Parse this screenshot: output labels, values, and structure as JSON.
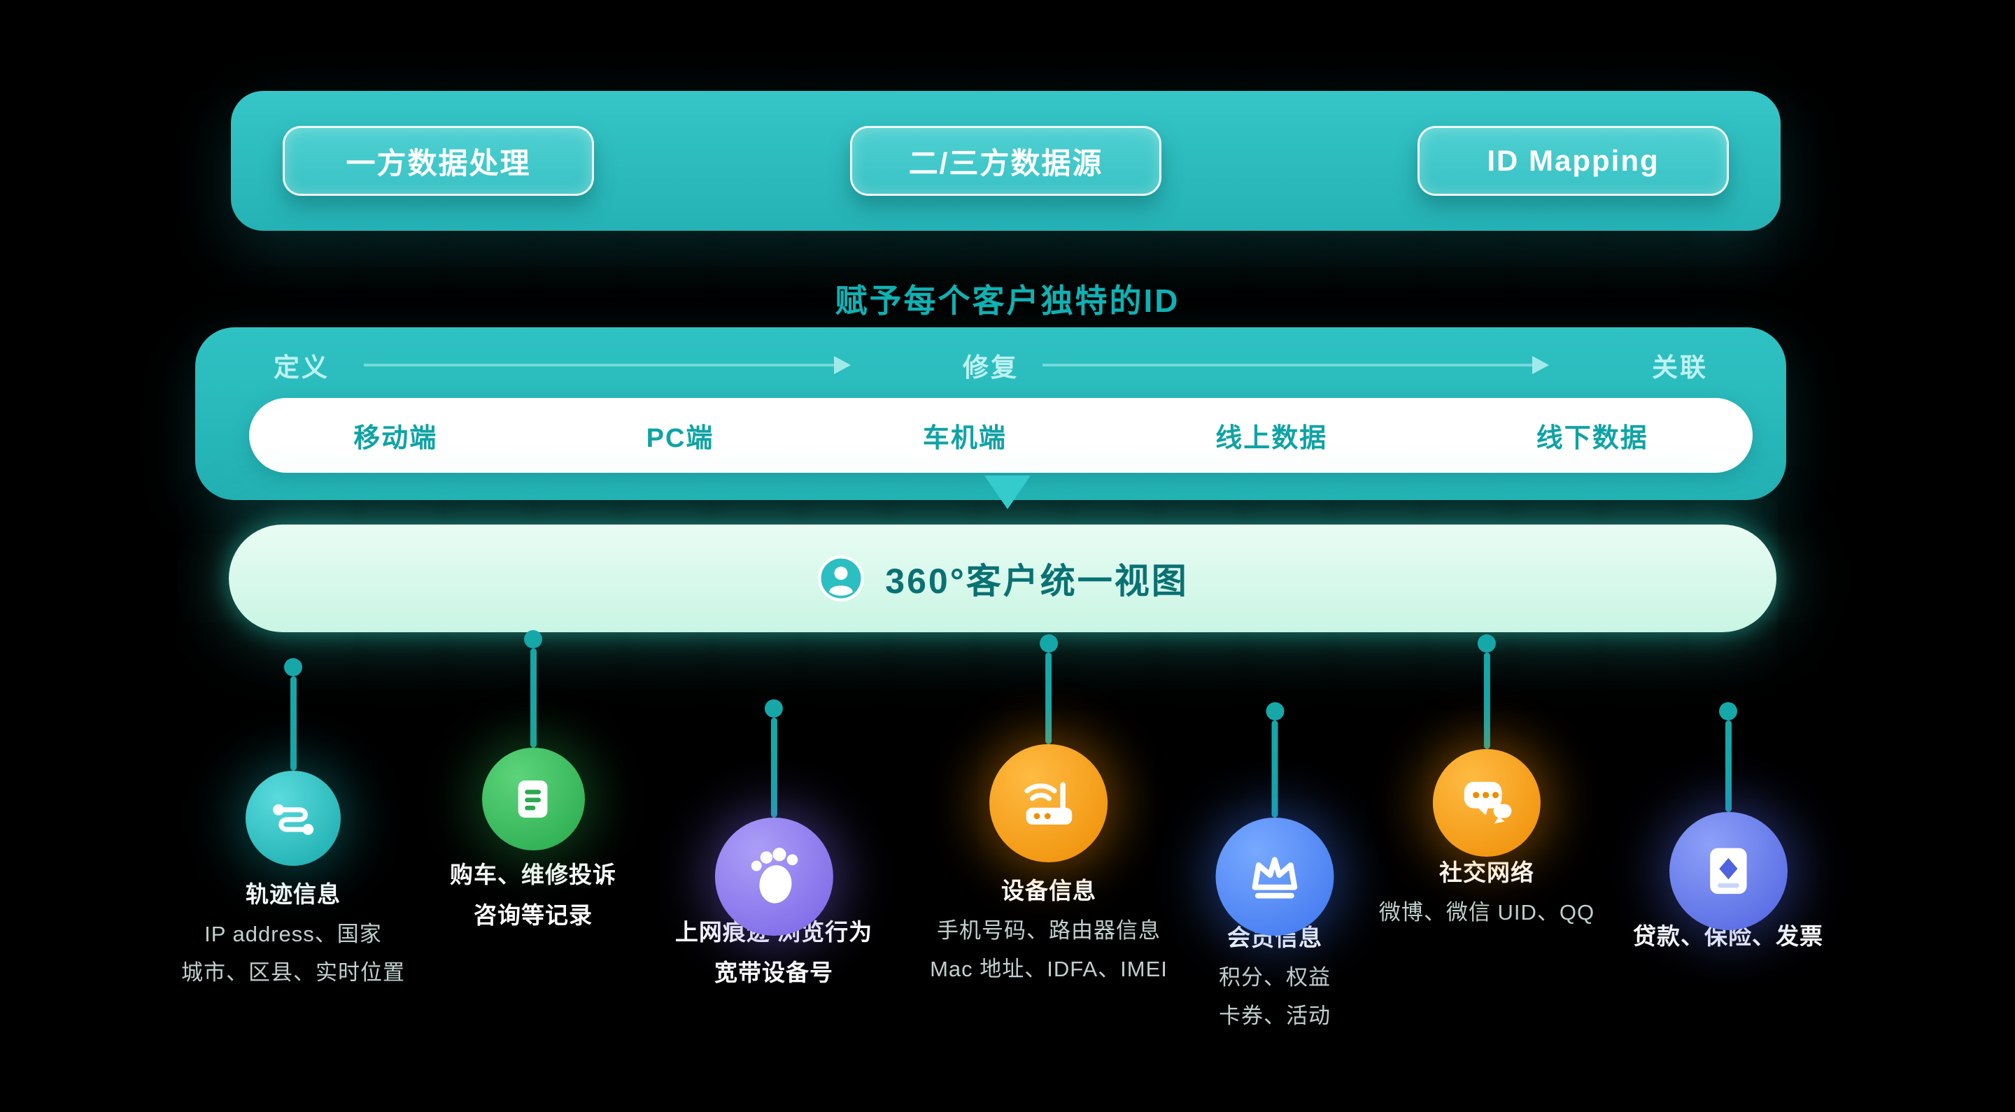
{
  "header": {
    "buttons": [
      {
        "label": "一方数据处理"
      },
      {
        "label": "二/三方数据源"
      },
      {
        "label": "ID Mapping"
      }
    ]
  },
  "subtitle": "赋予每个客户独特的ID",
  "pipeline": {
    "stages": [
      {
        "label": "定义"
      },
      {
        "label": "修复"
      },
      {
        "label": "关联"
      }
    ],
    "channels": [
      {
        "label": "移动端"
      },
      {
        "label": "PC端"
      },
      {
        "label": "车机端"
      },
      {
        "label": "线上数据"
      },
      {
        "label": "线下数据"
      }
    ]
  },
  "unified_view": {
    "label": "360°客户统一视图",
    "icon": "user-circle-icon"
  },
  "sources": [
    {
      "id": "track-info",
      "icon": "route-icon",
      "accent": "#17a9ab",
      "bold_lines": [
        "轨迹信息"
      ],
      "dim_lines": [
        "IP address、国家",
        "城市、区县、实时位置"
      ]
    },
    {
      "id": "purchase-service-records",
      "icon": "document-icon",
      "accent": "#27a84c",
      "bold_lines": [
        "购车、维修投诉",
        "咨询等记录"
      ],
      "dim_lines": []
    },
    {
      "id": "web-footprint",
      "icon": "footprint-icon",
      "accent": "#7863e6",
      "bold_lines": [
        "上网痕迹 浏览行为",
        "宽带设备号"
      ],
      "dim_lines": []
    },
    {
      "id": "device-info",
      "icon": "router-icon",
      "accent": "#ee8d04",
      "bold_lines": [
        "设备信息"
      ],
      "dim_lines": [
        "手机号码、路由器信息",
        "Mac 地址、IDFA、IMEI"
      ]
    },
    {
      "id": "member-info",
      "icon": "crown-icon",
      "accent": "#3d74ee",
      "bold_lines": [
        "会员信息"
      ],
      "dim_lines": [
        "积分、权益",
        "卡券、活动"
      ]
    },
    {
      "id": "social-network",
      "icon": "chat-bubbles-icon",
      "accent": "#ee8d04",
      "bold_lines": [
        "社交网络"
      ],
      "dim_lines": [
        "微博、微信 UID、QQ"
      ]
    },
    {
      "id": "finance-records",
      "icon": "invoice-icon",
      "accent": "#4e63e0",
      "bold_lines": [
        "贷款、保险、发票"
      ],
      "dim_lines": []
    }
  ],
  "colors": {
    "background": "#000000",
    "accent_teal": "#29bcbd",
    "subtitle_teal": "#10b2b4",
    "channel_text": "#0fa3a5",
    "unified_bar_mint": "#d9f8eb",
    "unified_text": "#0a7173",
    "connector": "#16a7a9"
  }
}
